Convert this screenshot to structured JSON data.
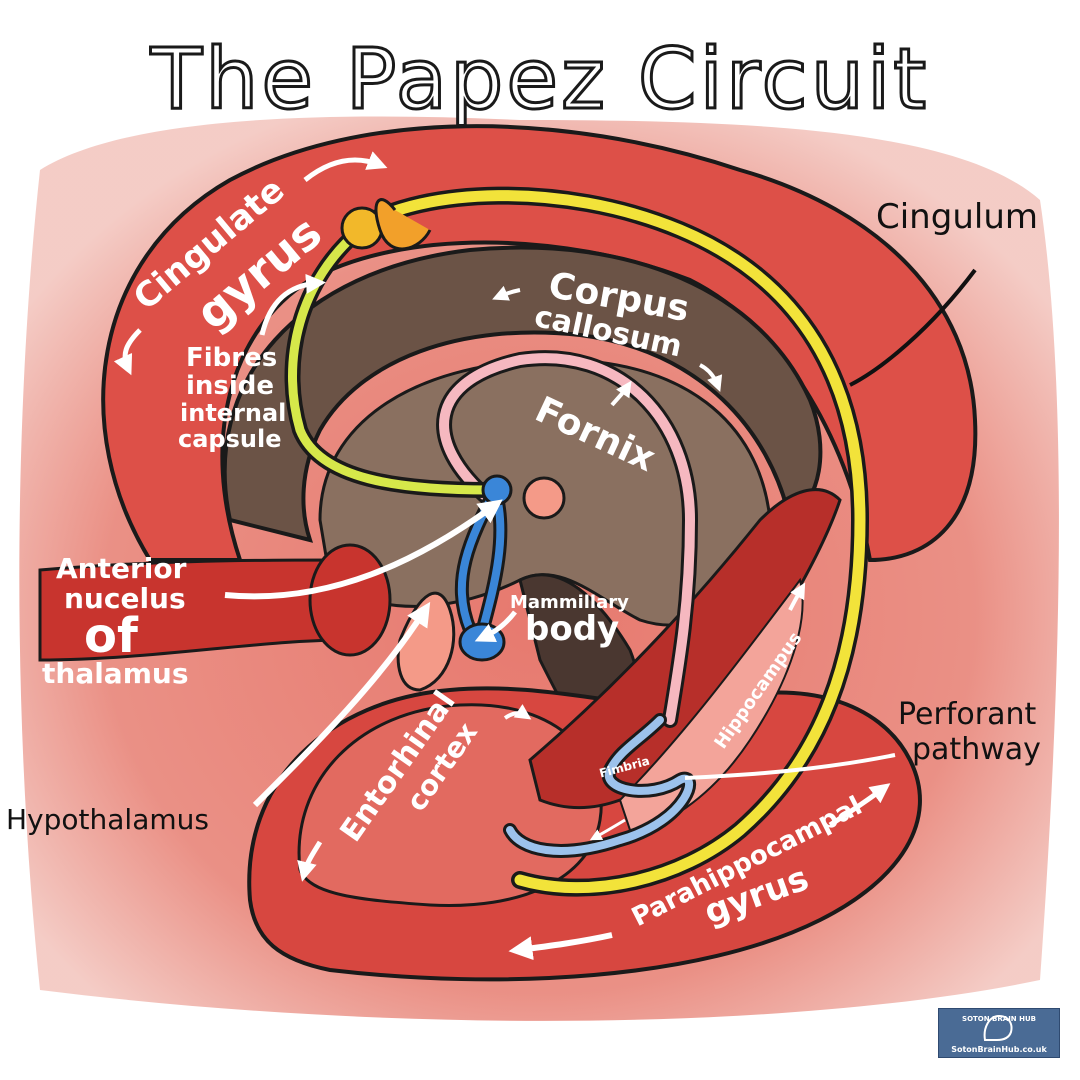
{
  "title": "The Papez Circuit",
  "labels": {
    "cingulate": "Cingulate",
    "gyrus_upper": "gyrus",
    "fibres": "Fibres",
    "inside": "inside",
    "internal": "internal",
    "capsule": "capsule",
    "corpus": "Corpus",
    "callosum": "callosum",
    "fornix": "Fornix",
    "cingulum": "Cingulum",
    "anterior": "Anterior",
    "nucelus": "nucelus",
    "of": "of",
    "thalamus": "thalamus",
    "mammillary": "Mammillary",
    "body": "body",
    "hippocampus": "Hippocampus",
    "fimbria": "Fimbria",
    "perforant": "Perforant",
    "pathway": "pathway",
    "entorhinal": "Entorhinal",
    "cortex": "cortex",
    "hypothalamus": "Hypothalamus",
    "parahippocampal": "Parahippocampal",
    "gyrus_lower": "gyrus"
  },
  "badge": {
    "logo_text": "SOTON BRAIN HUB",
    "url": "SotonBrainHub.co.uk"
  },
  "colors": {
    "cortex_red": "#d9534a",
    "cortex_dark": "#a8302c",
    "brown": "#6b5346",
    "yellow_tract": "#f2e33a",
    "fornix_pink": "#f6b8c0",
    "mammillary_blue": "#3a86d8",
    "badge_blue": "#4a6b95"
  }
}
